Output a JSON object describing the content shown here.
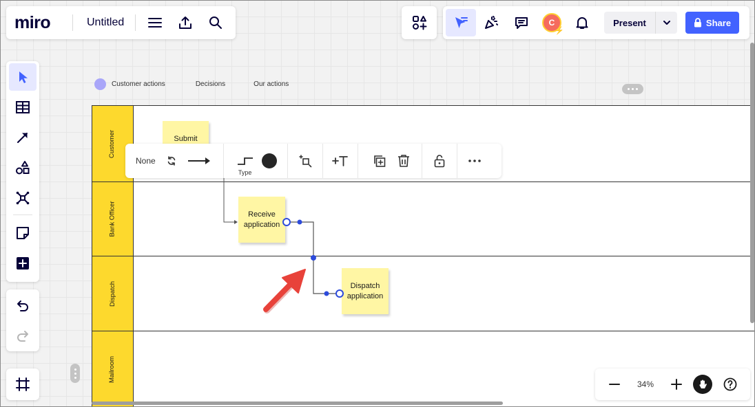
{
  "app": {
    "logo": "miro",
    "board_title": "Untitled"
  },
  "header": {
    "avatar_initial": "C",
    "present_label": "Present",
    "share_label": "Share"
  },
  "legend": {
    "items": [
      "Customer actions",
      "Decisions",
      "Our actions"
    ],
    "dot_color": "#a9a6f9"
  },
  "lanes": [
    {
      "label": "Customer"
    },
    {
      "label": "Bank Officer"
    },
    {
      "label": "Dispatch"
    },
    {
      "label": "Mailroom"
    }
  ],
  "stickies": [
    {
      "id": "submit",
      "text": "Submit"
    },
    {
      "id": "receive",
      "text": "Receive application"
    },
    {
      "id": "dispatch",
      "text": "Dispatch application"
    }
  ],
  "context_toolbar": {
    "start_cap": "None",
    "line_type_label": "Type"
  },
  "zoom": {
    "level": "34%"
  },
  "colors": {
    "accent": "#4262ff",
    "lane_header": "#fdd92d",
    "sticky": "#fff6a4",
    "connector_handle": "#2d4bdb",
    "annotation_arrow": "#e8423a"
  }
}
